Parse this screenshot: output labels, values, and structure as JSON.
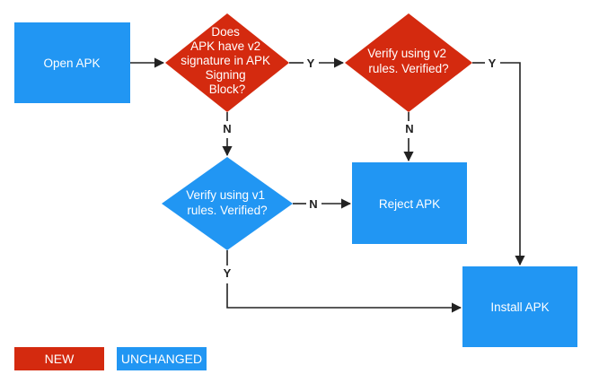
{
  "colors": {
    "new": "#d42a0f",
    "unchanged": "#2196f3",
    "line": "#222222"
  },
  "nodes": {
    "open_apk": "Open APK",
    "has_v2": [
      "Does",
      "APK have v2",
      "signature in APK",
      "Signing",
      "Block?"
    ],
    "verify_v2": [
      "Verify using v2",
      "rules. Verified?"
    ],
    "verify_v1": [
      "Verify using v1",
      "rules. Verified?"
    ],
    "reject_apk": "Reject APK",
    "install_apk": "Install APK"
  },
  "edges": {
    "has_v2_yes": "Y",
    "has_v2_no": "N",
    "verify_v2_yes": "Y",
    "verify_v2_no": "N",
    "verify_v1_no": "N",
    "verify_v1_yes": "Y"
  },
  "legend": {
    "new": "NEW",
    "unchanged": "UNCHANGED"
  }
}
